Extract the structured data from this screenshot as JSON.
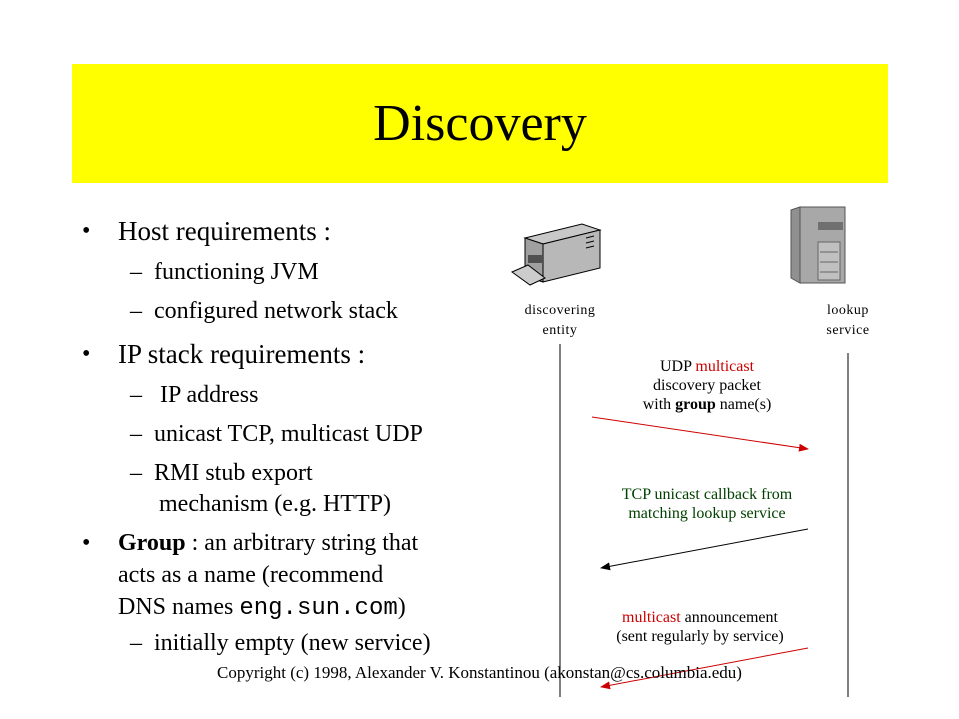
{
  "title": "Discovery",
  "bullets": {
    "host": {
      "label": "Host requirements :",
      "subs": [
        "functioning JVM",
        "configured network stack"
      ]
    },
    "ip": {
      "label": "IP stack requirements :",
      "subs": [
        "IP address",
        "unicast TCP, multicast UDP",
        "RMI stub export",
        "mechanism (e.g. HTTP)"
      ]
    },
    "group": {
      "bold": "Group",
      "line1": " : an arbitrary string that",
      "line2": "acts as a name (recommend",
      "line3a": "DNS names ",
      "line3code": "eng.sun.com",
      "line3b": ")",
      "sub": "initially empty (new service)"
    }
  },
  "diagram": {
    "left_label": [
      "discovering",
      "entity"
    ],
    "right_label": [
      "lookup",
      "service"
    ],
    "msg1": {
      "a": "UDP ",
      "b": "multicast",
      "line2": "discovery packet",
      "line3a": "with ",
      "line3b": "group",
      "line3c": " name(s)"
    },
    "msg2": [
      "TCP unicast callback from",
      "matching lookup service"
    ],
    "msg3": {
      "a": "multicast",
      "b": " announcement",
      "line2": "(sent regularly by service)"
    },
    "colors": {
      "red": "#cc0000",
      "green": "#004000"
    }
  },
  "footer": "Copyright (c) 1998, Alexander V. Konstantinou (akonstan@cs.columbia.edu)"
}
